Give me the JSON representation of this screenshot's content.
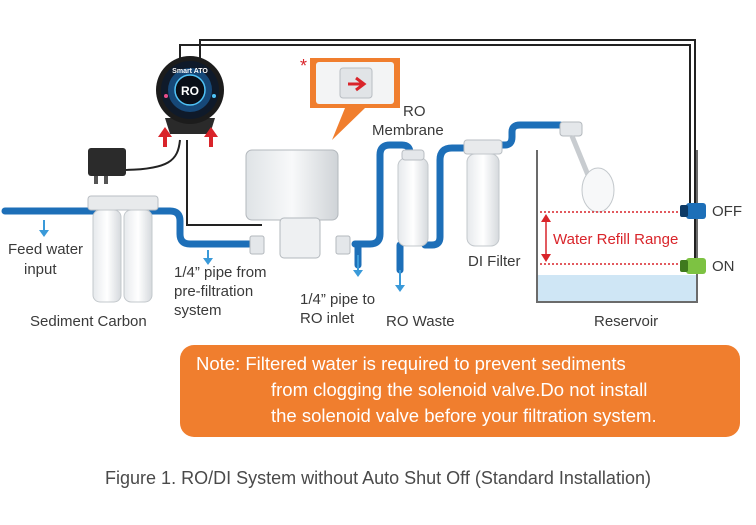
{
  "device": {
    "brand_label": "Smart ATO",
    "screen_text": "RO"
  },
  "labels": {
    "feed_water_line1": "Feed water",
    "feed_water_line2": "input",
    "sediment_carbon": "Sediment Carbon",
    "pipe_prefilter_line1": "1/4” pipe from",
    "pipe_prefilter_line2": "pre-filtration",
    "pipe_prefilter_line3": "system",
    "pipe_ro_inlet_line1": "1/4” pipe to",
    "pipe_ro_inlet_line2": "RO inlet",
    "ro_membrane_line1": "RO",
    "ro_membrane_line2": "Membrane",
    "ro_waste": "RO Waste",
    "di_filter": "DI Filter",
    "reservoir": "Reservoir",
    "water_refill_range": "Water Refill Range",
    "sensor_off": "OFF",
    "sensor_on": "ON",
    "asterisk": "*"
  },
  "note": {
    "line1": "Note: Filtered water is required to prevent sediments",
    "line2": "from clogging the solenoid valve.Do not install",
    "line3": "the solenoid valve before your filtration system."
  },
  "caption": "Figure 1. RO/DI System without Auto Shut Off (Standard Installation)",
  "colors": {
    "pipe_blue": "#1d6fb8",
    "note_orange": "#f07e2e",
    "arrow_red": "#d9242a",
    "sensor_green": "#7dc242",
    "water_light": "#cfe6f5"
  }
}
